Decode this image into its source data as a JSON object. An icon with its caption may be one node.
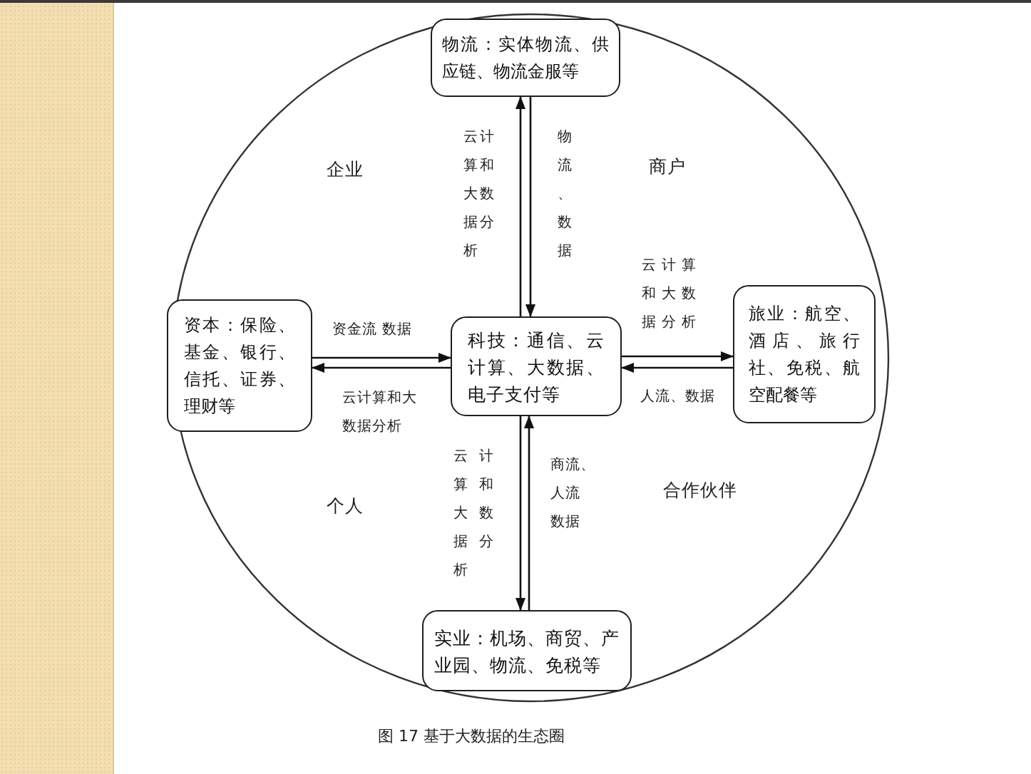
{
  "diagram": {
    "caption": "图 17 基于大数据的生态圈",
    "nodes": [
      {
        "text": [
          "物流：实体物流、供应链、物流金服等"
        ]
      },
      {
        "text": [
          "资本：保险、基金、银行、信托、证券、理财等"
        ]
      },
      {
        "text": [
          "科技：通信、云计算、大数据、电子支付等"
        ]
      },
      {
        "text": [
          "旅业：航空、酒店、旅行社、免税、航空配餐等"
        ]
      },
      {
        "text": [
          "实业：机场、商贸、产业园、物流、免税等"
        ]
      }
    ],
    "edges": [
      {
        "from": 2,
        "to": 0,
        "arrow": "to",
        "label": "云计算和大数据分析"
      },
      {
        "from": 0,
        "to": 2,
        "arrow": "to",
        "label": "物流、数据"
      },
      {
        "from": 1,
        "to": 2,
        "arrow": "to",
        "label": "资金流 数据"
      },
      {
        "from": 2,
        "to": 1,
        "arrow": "to",
        "label": "云计算和大数据分析"
      },
      {
        "from": 2,
        "to": 3,
        "arrow": "to",
        "label": "云计算和大数据分析"
      },
      {
        "from": 3,
        "to": 2,
        "arrow": "to",
        "label": "人流、数据"
      },
      {
        "from": 2,
        "to": 4,
        "arrow": "to",
        "label": "云计算和大数据分析"
      },
      {
        "from": 4,
        "to": 2,
        "arrow": "to",
        "label": "商流、人流数据"
      }
    ],
    "labels": [
      "企业",
      "商户",
      "个人",
      "合作伙伴"
    ]
  }
}
